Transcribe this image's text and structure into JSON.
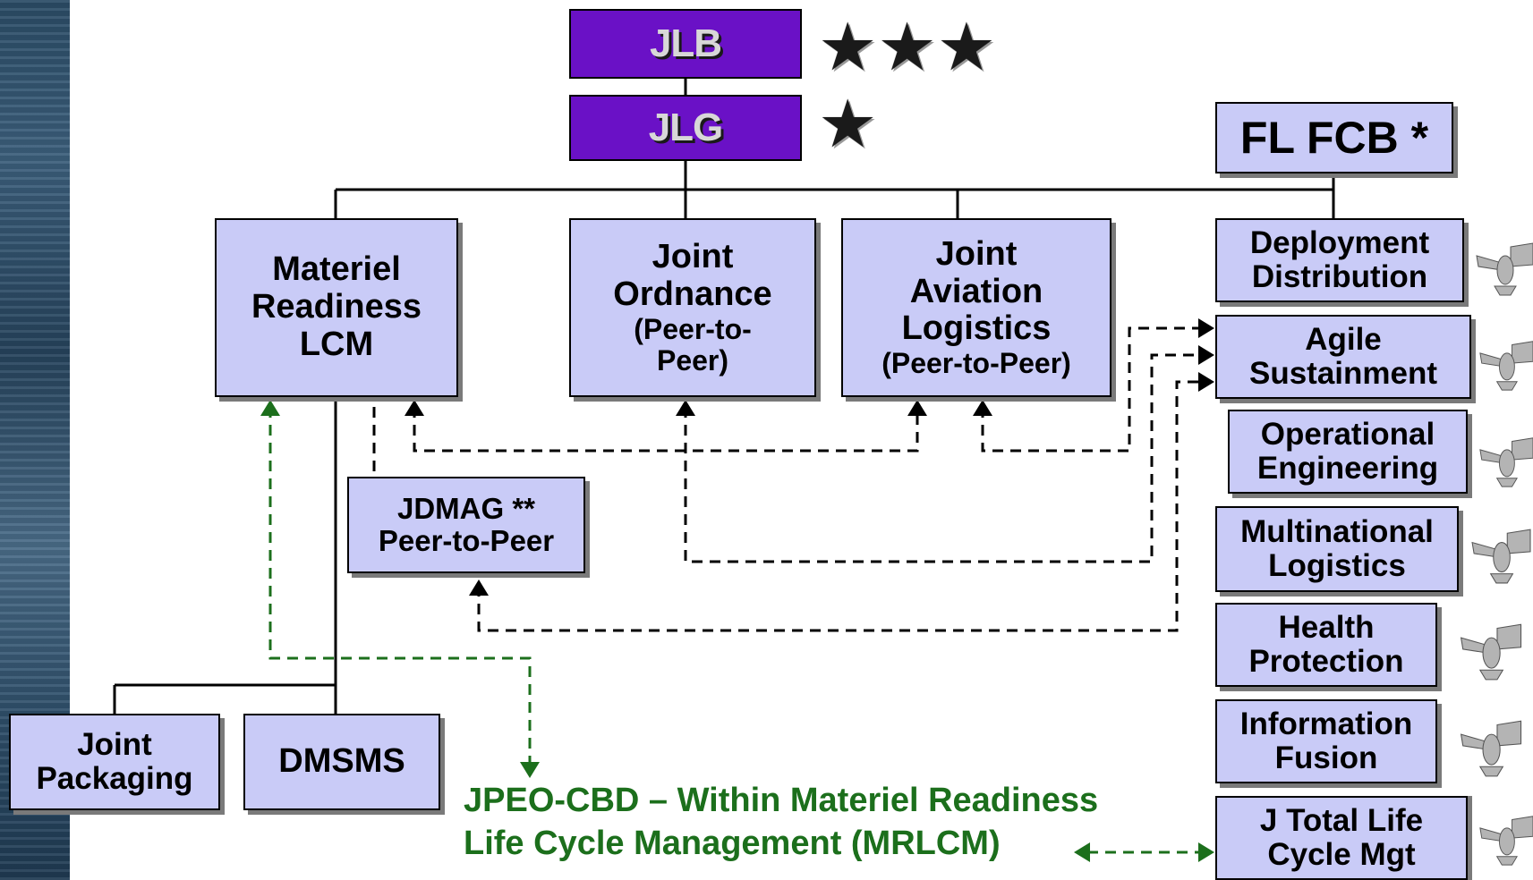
{
  "top": {
    "jlb": "JLB",
    "jlg": "JLG",
    "jlb_stars": [
      "★",
      "★",
      "★"
    ],
    "jlg_stars": [
      "★"
    ]
  },
  "fl_fcb": "FL FCB *",
  "mid_boxes": {
    "mrlcm": [
      "Materiel",
      "Readiness",
      "LCM"
    ],
    "ordnance": [
      "Joint",
      "Ordnance",
      "(Peer-to-",
      "Peer)"
    ],
    "aviation": [
      "Joint",
      "Aviation",
      "Logistics",
      "(Peer-to-Peer)"
    ]
  },
  "jdmag": [
    "JDMAG **",
    "Peer-to-Peer"
  ],
  "bottom_boxes": {
    "packaging": [
      "Joint",
      "Packaging"
    ],
    "dmsms": "DMSMS"
  },
  "right_boxes": [
    [
      "Deployment",
      "Distribution"
    ],
    [
      "Agile",
      "Sustainment"
    ],
    [
      "Operational",
      "Engineering"
    ],
    [
      "Multinational",
      "Logistics"
    ],
    [
      "Health",
      "Protection"
    ],
    [
      "Information",
      "Fusion"
    ],
    [
      "J Total Life",
      "Cycle Mgt"
    ]
  ],
  "jpeo_note": [
    "JPEO-CBD – Within Materiel Readiness",
    "Life Cycle Management (MRLCM)"
  ],
  "icons": {
    "rank_star": "star-icon",
    "colonel_eagle": "eagle-insignia-icon"
  },
  "colors": {
    "board": "#6a11c6",
    "box": "#c9cbf7",
    "green_note": "#1c6f1c"
  }
}
